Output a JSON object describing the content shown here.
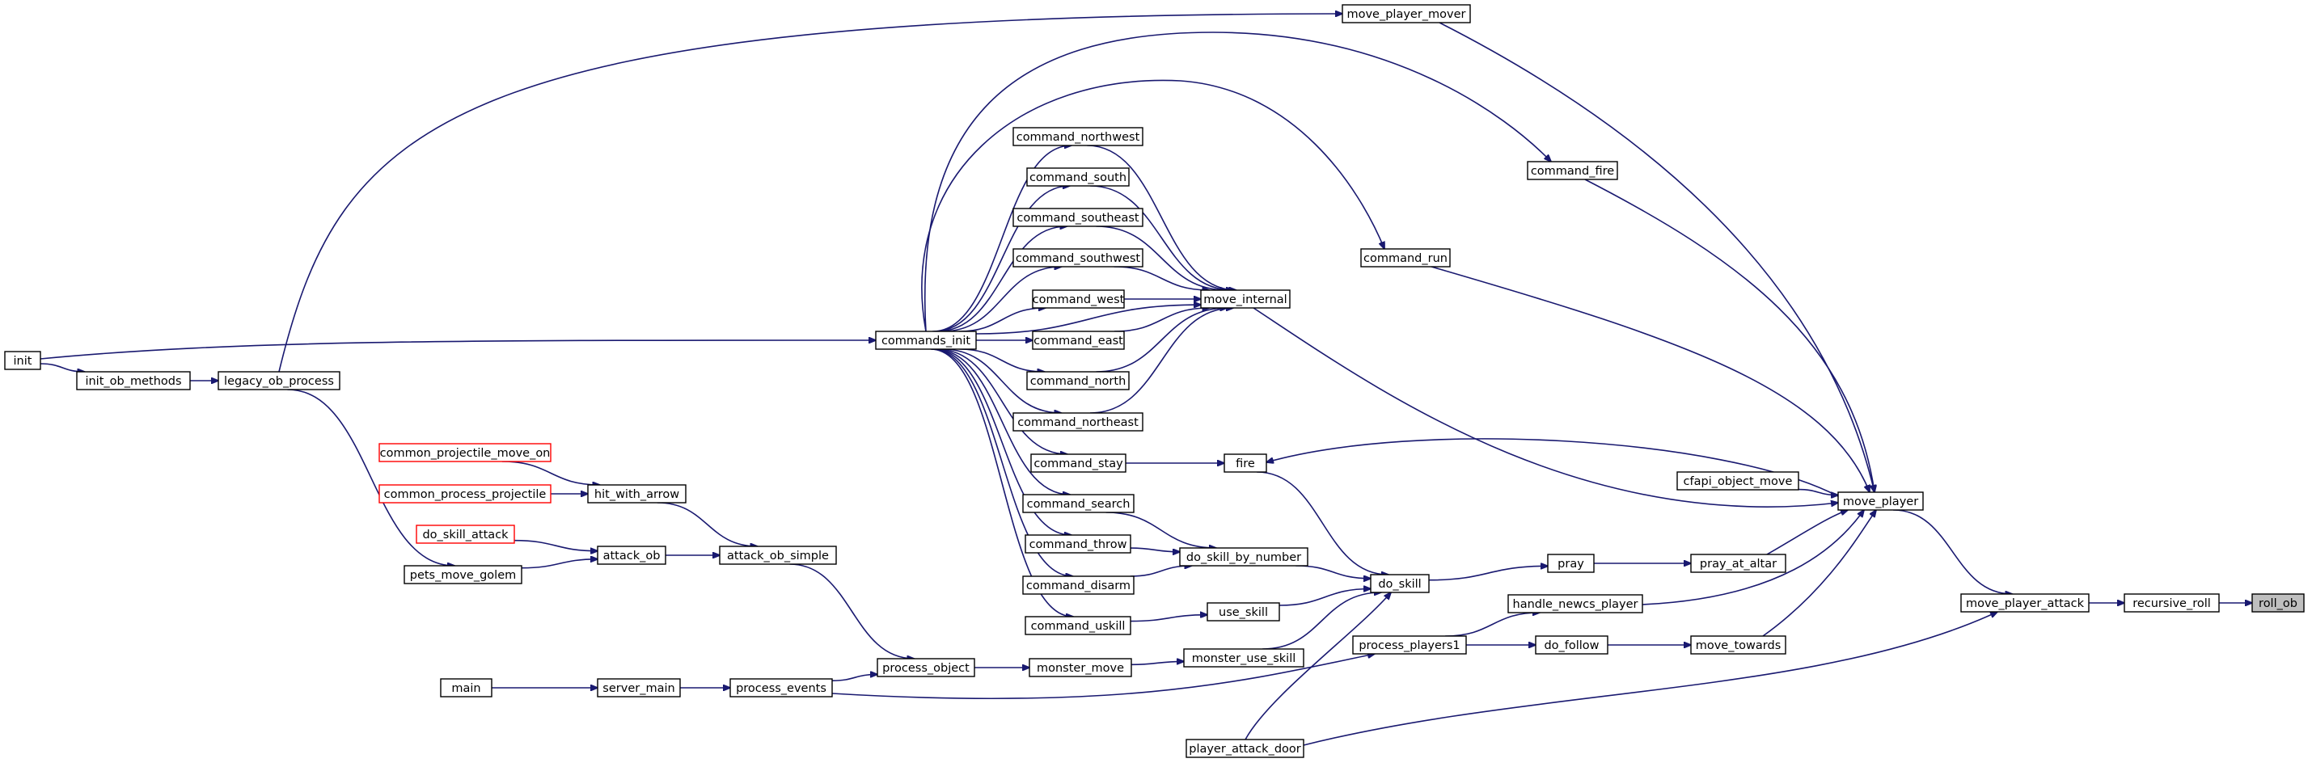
{
  "diagram": {
    "type": "call-graph",
    "colors": {
      "edge": "#191970",
      "node_border": "#000000",
      "truncated_border": "#ff0000",
      "root_fill": "#bfbfbf"
    },
    "nodes": [
      {
        "id": "roll_ob",
        "label": "roll_ob",
        "root": true
      },
      {
        "id": "recursive_roll",
        "label": "recursive_roll"
      },
      {
        "id": "move_player_attack",
        "label": "move_player_attack"
      },
      {
        "id": "move_player",
        "label": "move_player"
      },
      {
        "id": "player_attack_door",
        "label": "player_attack_door"
      },
      {
        "id": "move_player_mover",
        "label": "move_player_mover"
      },
      {
        "id": "command_fire",
        "label": "command_fire"
      },
      {
        "id": "command_run",
        "label": "command_run"
      },
      {
        "id": "move_internal",
        "label": "move_internal"
      },
      {
        "id": "cfapi_object_move",
        "label": "cfapi_object_move"
      },
      {
        "id": "fire",
        "label": "fire"
      },
      {
        "id": "pray_at_altar",
        "label": "pray_at_altar"
      },
      {
        "id": "pray",
        "label": "pray"
      },
      {
        "id": "handle_newcs_player",
        "label": "handle_newcs_player"
      },
      {
        "id": "move_towards",
        "label": "move_towards"
      },
      {
        "id": "do_follow",
        "label": "do_follow"
      },
      {
        "id": "process_players1",
        "label": "process_players1"
      },
      {
        "id": "do_skill",
        "label": "do_skill"
      },
      {
        "id": "do_skill_by_number",
        "label": "do_skill_by_number"
      },
      {
        "id": "use_skill",
        "label": "use_skill"
      },
      {
        "id": "monster_use_skill",
        "label": "monster_use_skill"
      },
      {
        "id": "monster_move",
        "label": "monster_move"
      },
      {
        "id": "process_object",
        "label": "process_object"
      },
      {
        "id": "process_events",
        "label": "process_events"
      },
      {
        "id": "server_main",
        "label": "server_main"
      },
      {
        "id": "main",
        "label": "main"
      },
      {
        "id": "attack_ob_simple",
        "label": "attack_ob_simple"
      },
      {
        "id": "attack_ob",
        "label": "attack_ob"
      },
      {
        "id": "hit_with_arrow",
        "label": "hit_with_arrow"
      },
      {
        "id": "common_projectile_move_on",
        "label": "common_projectile_move_on",
        "truncated": true
      },
      {
        "id": "common_process_projectile",
        "label": "common_process_projectile",
        "truncated": true
      },
      {
        "id": "do_skill_attack",
        "label": "do_skill_attack",
        "truncated": true
      },
      {
        "id": "pets_move_golem",
        "label": "pets_move_golem"
      },
      {
        "id": "legacy_ob_process",
        "label": "legacy_ob_process"
      },
      {
        "id": "init_ob_methods",
        "label": "init_ob_methods"
      },
      {
        "id": "init",
        "label": "init"
      },
      {
        "id": "commands_init",
        "label": "commands_init"
      },
      {
        "id": "command_northwest",
        "label": "command_northwest"
      },
      {
        "id": "command_south",
        "label": "command_south"
      },
      {
        "id": "command_southeast",
        "label": "command_southeast"
      },
      {
        "id": "command_southwest",
        "label": "command_southwest"
      },
      {
        "id": "command_west",
        "label": "command_west"
      },
      {
        "id": "command_east",
        "label": "command_east"
      },
      {
        "id": "command_north",
        "label": "command_north"
      },
      {
        "id": "command_northeast",
        "label": "command_northeast"
      },
      {
        "id": "command_stay",
        "label": "command_stay"
      },
      {
        "id": "command_search",
        "label": "command_search"
      },
      {
        "id": "command_throw",
        "label": "command_throw"
      },
      {
        "id": "command_disarm",
        "label": "command_disarm"
      },
      {
        "id": "command_uskill",
        "label": "command_uskill"
      }
    ],
    "edges": [
      [
        "recursive_roll",
        "roll_ob"
      ],
      [
        "move_player_attack",
        "recursive_roll"
      ],
      [
        "move_player",
        "move_player_attack"
      ],
      [
        "player_attack_door",
        "move_player_attack"
      ],
      [
        "move_player_mover",
        "move_player"
      ],
      [
        "command_fire",
        "move_player"
      ],
      [
        "command_run",
        "move_player"
      ],
      [
        "move_internal",
        "move_player"
      ],
      [
        "cfapi_object_move",
        "move_player"
      ],
      [
        "fire",
        "move_player"
      ],
      [
        "pray_at_altar",
        "move_player"
      ],
      [
        "handle_newcs_player",
        "move_player"
      ],
      [
        "move_towards",
        "move_player"
      ],
      [
        "pray",
        "pray_at_altar"
      ],
      [
        "do_skill",
        "pray"
      ],
      [
        "do_follow",
        "move_towards"
      ],
      [
        "process_players1",
        "do_follow"
      ],
      [
        "process_players1",
        "handle_newcs_player"
      ],
      [
        "process_events",
        "process_players1"
      ],
      [
        "do_skill_by_number",
        "do_skill"
      ],
      [
        "use_skill",
        "do_skill"
      ],
      [
        "monster_use_skill",
        "do_skill"
      ],
      [
        "fire",
        "do_skill"
      ],
      [
        "player_attack_door",
        "do_skill"
      ],
      [
        "monster_move",
        "monster_use_skill"
      ],
      [
        "process_object",
        "monster_move"
      ],
      [
        "process_events",
        "process_object"
      ],
      [
        "server_main",
        "process_events"
      ],
      [
        "main",
        "server_main"
      ],
      [
        "attack_ob_simple",
        "process_object"
      ],
      [
        "attack_ob",
        "attack_ob_simple"
      ],
      [
        "hit_with_arrow",
        "attack_ob_simple"
      ],
      [
        "do_skill_attack",
        "attack_ob"
      ],
      [
        "pets_move_golem",
        "attack_ob"
      ],
      [
        "common_projectile_move_on",
        "hit_with_arrow"
      ],
      [
        "common_process_projectile",
        "hit_with_arrow"
      ],
      [
        "legacy_ob_process",
        "pets_move_golem"
      ],
      [
        "legacy_ob_process",
        "move_player_mover"
      ],
      [
        "init_ob_methods",
        "legacy_ob_process"
      ],
      [
        "init",
        "init_ob_methods"
      ],
      [
        "init",
        "commands_init"
      ],
      [
        "commands_init",
        "command_northwest"
      ],
      [
        "commands_init",
        "command_south"
      ],
      [
        "commands_init",
        "command_southeast"
      ],
      [
        "commands_init",
        "command_southwest"
      ],
      [
        "commands_init",
        "command_west"
      ],
      [
        "commands_init",
        "command_east"
      ],
      [
        "commands_init",
        "command_north"
      ],
      [
        "commands_init",
        "command_northeast"
      ],
      [
        "commands_init",
        "command_stay"
      ],
      [
        "commands_init",
        "command_search"
      ],
      [
        "commands_init",
        "command_throw"
      ],
      [
        "commands_init",
        "command_disarm"
      ],
      [
        "commands_init",
        "command_uskill"
      ],
      [
        "commands_init",
        "command_fire"
      ],
      [
        "commands_init",
        "command_run"
      ],
      [
        "commands_init",
        "move_internal"
      ],
      [
        "command_northwest",
        "move_internal"
      ],
      [
        "command_south",
        "move_internal"
      ],
      [
        "command_southeast",
        "move_internal"
      ],
      [
        "command_southwest",
        "move_internal"
      ],
      [
        "command_west",
        "move_internal"
      ],
      [
        "command_east",
        "move_internal"
      ],
      [
        "command_north",
        "move_internal"
      ],
      [
        "command_northeast",
        "move_internal"
      ],
      [
        "command_stay",
        "fire"
      ],
      [
        "command_search",
        "do_skill_by_number"
      ],
      [
        "command_throw",
        "do_skill_by_number"
      ],
      [
        "command_disarm",
        "do_skill_by_number"
      ],
      [
        "command_uskill",
        "use_skill"
      ]
    ]
  }
}
